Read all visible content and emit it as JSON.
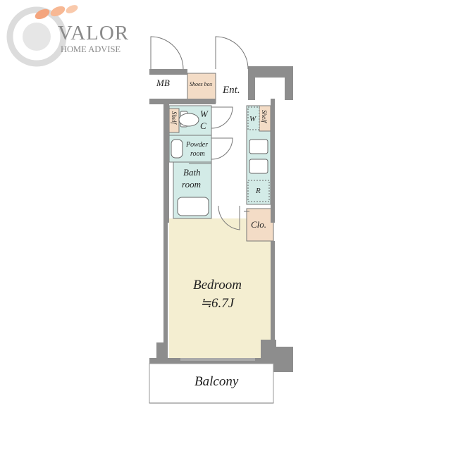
{
  "logo": {
    "brand": "VALOR",
    "tagline": "HOME ADVISE",
    "accent_color": "#f2a37a",
    "ring_color": "#d9d9d9"
  },
  "rooms": {
    "mb": "MB",
    "shoes_box": "Shoes box",
    "entrance": "Ent.",
    "shelf_left": "Shelf",
    "wc_w": "W",
    "wc_c": "C",
    "powder_line1": "Powder",
    "powder_line2": "room",
    "bath_line1": "Bath",
    "bath_line2": "room",
    "washer": "W",
    "shelf_right": "Shelf",
    "fridge": "R",
    "closet": "Clo.",
    "bedroom": "Bedroom",
    "bedroom_area": "≒6.7J",
    "balcony": "Balcony"
  },
  "colors": {
    "wall": "#8c8c8c",
    "bedroom_floor": "#f3edcf",
    "wet_area": "#cfe9e6",
    "storage": "#f2dcc4",
    "corridor": "#ffffff"
  }
}
